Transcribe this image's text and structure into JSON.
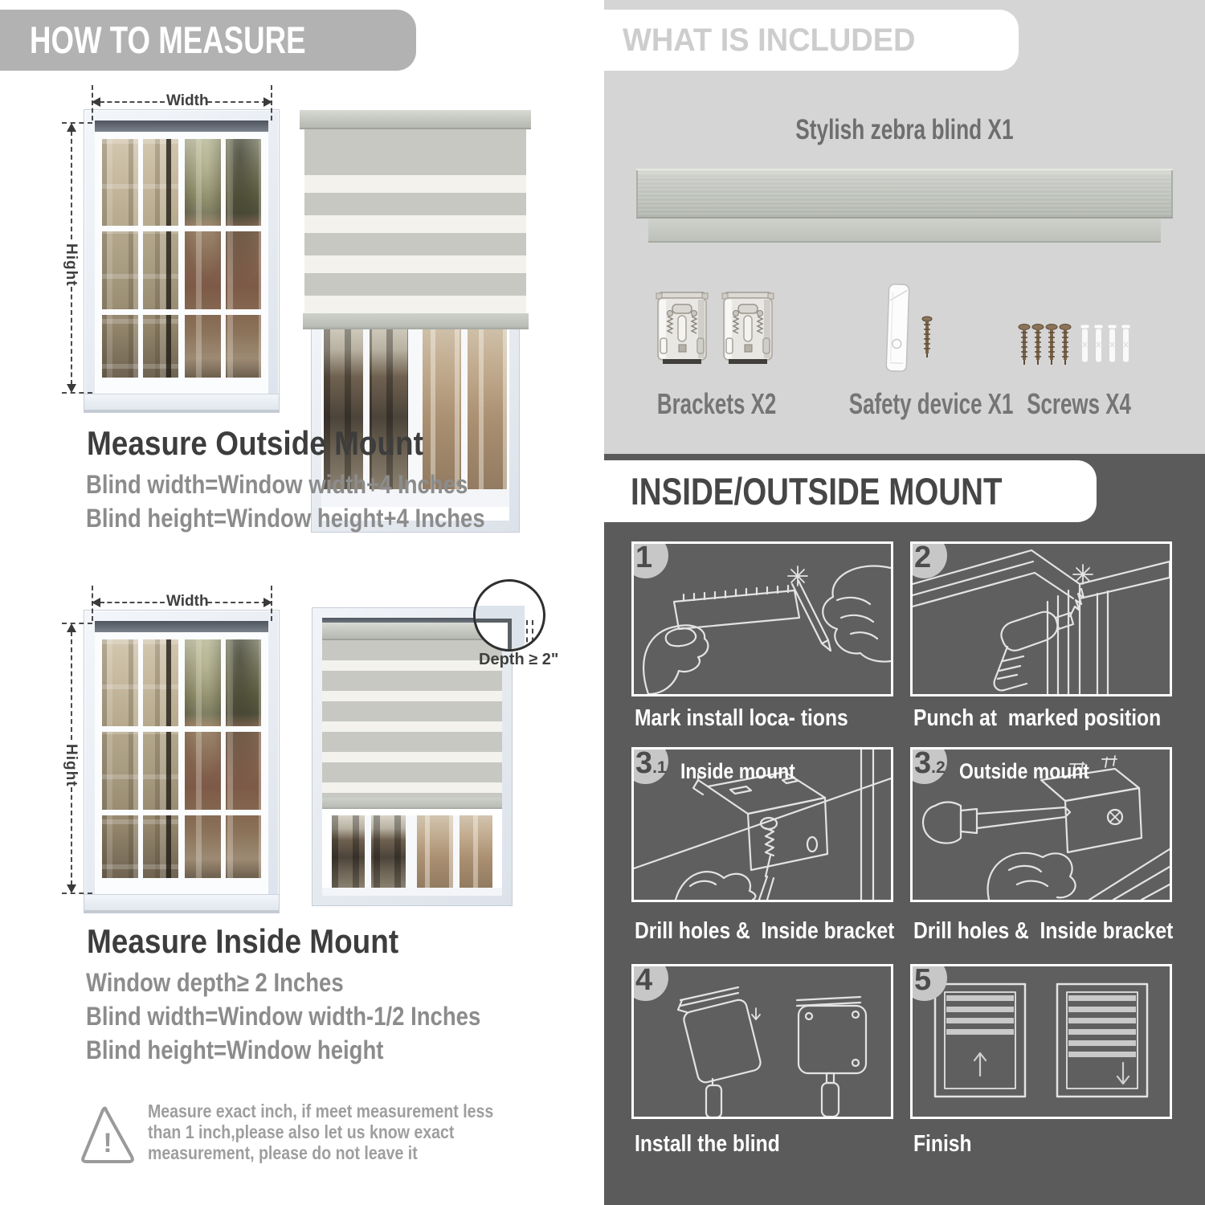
{
  "left": {
    "title": "HOW TO MEASURE",
    "width_label": "Width",
    "height_label": "Hight",
    "outside": {
      "heading": "Measure Outside Mount",
      "lines": [
        "Blind width=Window width+4 Inches",
        "Blind height=Window height+4 Inches"
      ]
    },
    "inside": {
      "heading": "Measure Inside Mount",
      "depth_note": "Depth ≥ 2\"",
      "lines": [
        "Window depth≥ 2 Inches",
        "Blind width=Window width-1/2 Inches",
        "Blind height=Window height"
      ]
    },
    "warning": {
      "icon": "exclamation-triangle",
      "lines": [
        "Measure exact inch, if meet measurement less",
        "than 1 inch,please also let us know exact",
        "measurement, please do not leave it"
      ]
    }
  },
  "right": {
    "included": {
      "title": "WHAT IS INCLUDED",
      "product_label": "Stylish zebra blind X1",
      "items": [
        {
          "name": "brackets",
          "label": "Brackets X2"
        },
        {
          "name": "safety-device",
          "label": "Safety device X1"
        },
        {
          "name": "screws",
          "label": "Screws X4"
        }
      ]
    },
    "mount": {
      "title": "INSIDE/OUTSIDE MOUNT",
      "steps": [
        {
          "num": "1",
          "caption": "Mark install loca- tions"
        },
        {
          "num": "2",
          "caption": "Punch at  marked position"
        },
        {
          "num": "3",
          "sub": ".1",
          "label": "Inside mount",
          "caption": "Drill holes &  Inside bracket"
        },
        {
          "num": "3",
          "sub": ".2",
          "label": "Outside mount",
          "caption": "Drill holes &  Inside bracket"
        },
        {
          "num": "4",
          "caption": "Install the blind"
        },
        {
          "num": "5",
          "caption": "Finish"
        }
      ]
    }
  },
  "colors": {
    "left_title_bar": "#b2b2b2",
    "right_top_bg": "#d5d5d5",
    "right_bottom_bg": "#5b5b5b",
    "heading_text": "#3d3d3d",
    "spec_text": "#8c8c8c",
    "caption_text": "#ffffff"
  }
}
